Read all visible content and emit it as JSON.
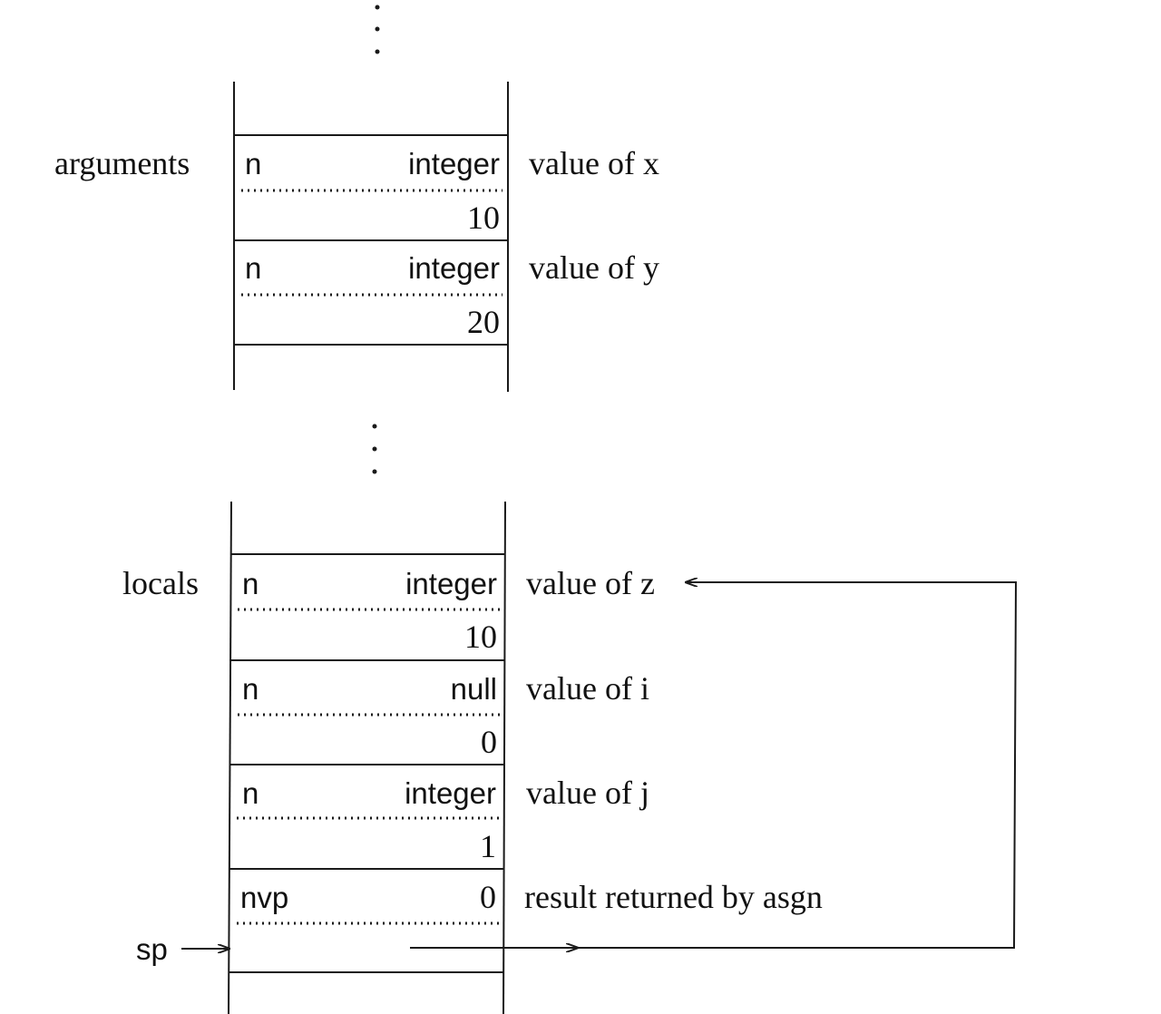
{
  "top_stack": {
    "label": "arguments",
    "cells": [
      {
        "flag": "n",
        "type": "integer",
        "value": "10",
        "annotation": "value of x"
      },
      {
        "flag": "n",
        "type": "integer",
        "value": "20",
        "annotation": "value of y"
      }
    ]
  },
  "bottom_stack": {
    "label": "locals",
    "cells": [
      {
        "flag": "n",
        "type": "integer",
        "value": "10",
        "annotation": "value of z"
      },
      {
        "flag": "n",
        "type": "null",
        "value": "0",
        "annotation": "value of i"
      },
      {
        "flag": "n",
        "type": "integer",
        "value": "1",
        "annotation": "value of j"
      }
    ],
    "result_cell": {
      "flag": "nvp",
      "value": "0",
      "annotation": "result returned by asgn"
    }
  },
  "pointer_label": "sp"
}
